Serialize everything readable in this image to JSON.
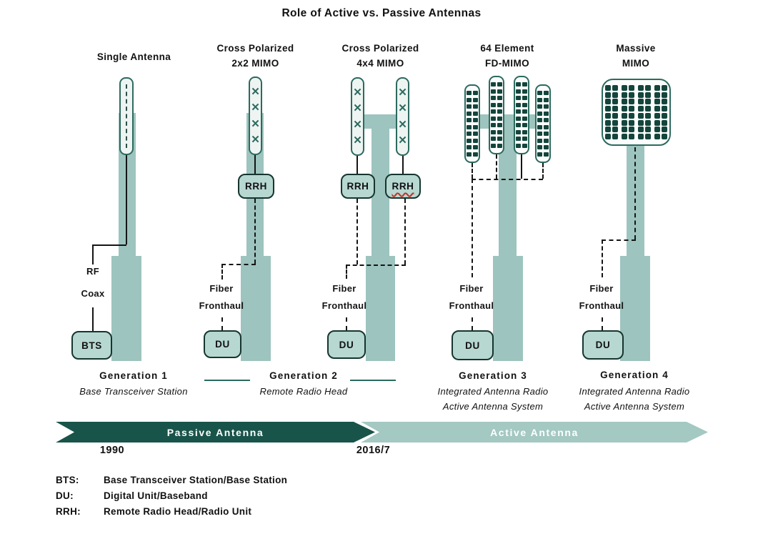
{
  "title": "Role of Active vs. Passive Antennas",
  "columns": [
    {
      "key": "single-antenna",
      "title_line1": "Single Antenna",
      "cable_label_line1": "RF",
      "cable_label_line2": "Coax",
      "base_box_label": "BTS",
      "gen_title": "Generation 1",
      "gen_sub1": "Base Transceiver Station"
    },
    {
      "key": "2x2-mimo",
      "title_line1": "Cross Polarized",
      "title_line2": "2x2 MIMO",
      "rrh_label": "RRH",
      "fiber_label": "Fiber",
      "fronthaul_label": "Fronthaul",
      "du_label": "DU",
      "gen_title": "Generation 2",
      "gen_sub1": "Remote Radio Head"
    },
    {
      "key": "4x4-mimo",
      "title_line1": "Cross Polarized",
      "title_line2": "4x4 MIMO",
      "rrh_label_left": "RRH",
      "rrh_label_right": "RRH",
      "fiber_label": "Fiber",
      "fronthaul_label": "Fronthaul",
      "du_label": "DU"
    },
    {
      "key": "fd-mimo",
      "title_line1": "64 Element",
      "title_line2": "FD-MIMO",
      "fiber_label": "Fiber",
      "fronthaul_label": "Fronthaul",
      "du_label": "DU",
      "gen_title": "Generation 3",
      "gen_sub1": "Integrated Antenna Radio",
      "gen_sub2": "Active Antenna System"
    },
    {
      "key": "massive-mimo",
      "title_line1": "Massive",
      "title_line2": "MIMO",
      "fiber_label": "Fiber",
      "fronthaul_label": "Fronthaul",
      "du_label": "DU",
      "gen_title": "Generation 4",
      "gen_sub1": "Integrated Antenna Radio",
      "gen_sub2": "Active Antenna System"
    }
  ],
  "antennas": {
    "single": {
      "type": "dashed-stick"
    },
    "cross_polarized": {
      "type": "x-stick",
      "marks": 4,
      "glyph": "✕"
    },
    "fd_element_stick": {
      "type": "element-stick",
      "rows": 10,
      "cols": 2
    },
    "massive_panel": {
      "type": "panel",
      "rows": 8,
      "pair_groups": 4,
      "per_group": 2
    }
  },
  "timeline": {
    "passive_label": "Passive Antenna",
    "active_label": "Active Antenna",
    "start_year": "1990",
    "transition_year": "2016/7"
  },
  "legend": {
    "rows": [
      {
        "term": "BTS:",
        "definition": "Base Transceiver Station/Base Station"
      },
      {
        "term": "DU:",
        "definition": "Digital Unit/Baseband"
      },
      {
        "term": "RRH:",
        "definition": "Remote Radio Head/Radio Unit"
      }
    ]
  },
  "colors": {
    "mast": "#9dc4be",
    "band_dark": "#19544a",
    "band_light": "#a4c8c2",
    "box_fill": "#b7d7d1",
    "box_border": "#16352f",
    "stick_fill": "#eef4f2",
    "stick_border": "#2c6a5f",
    "element": "#14453c",
    "line": "#151515",
    "accent_red": "#c03327"
  }
}
